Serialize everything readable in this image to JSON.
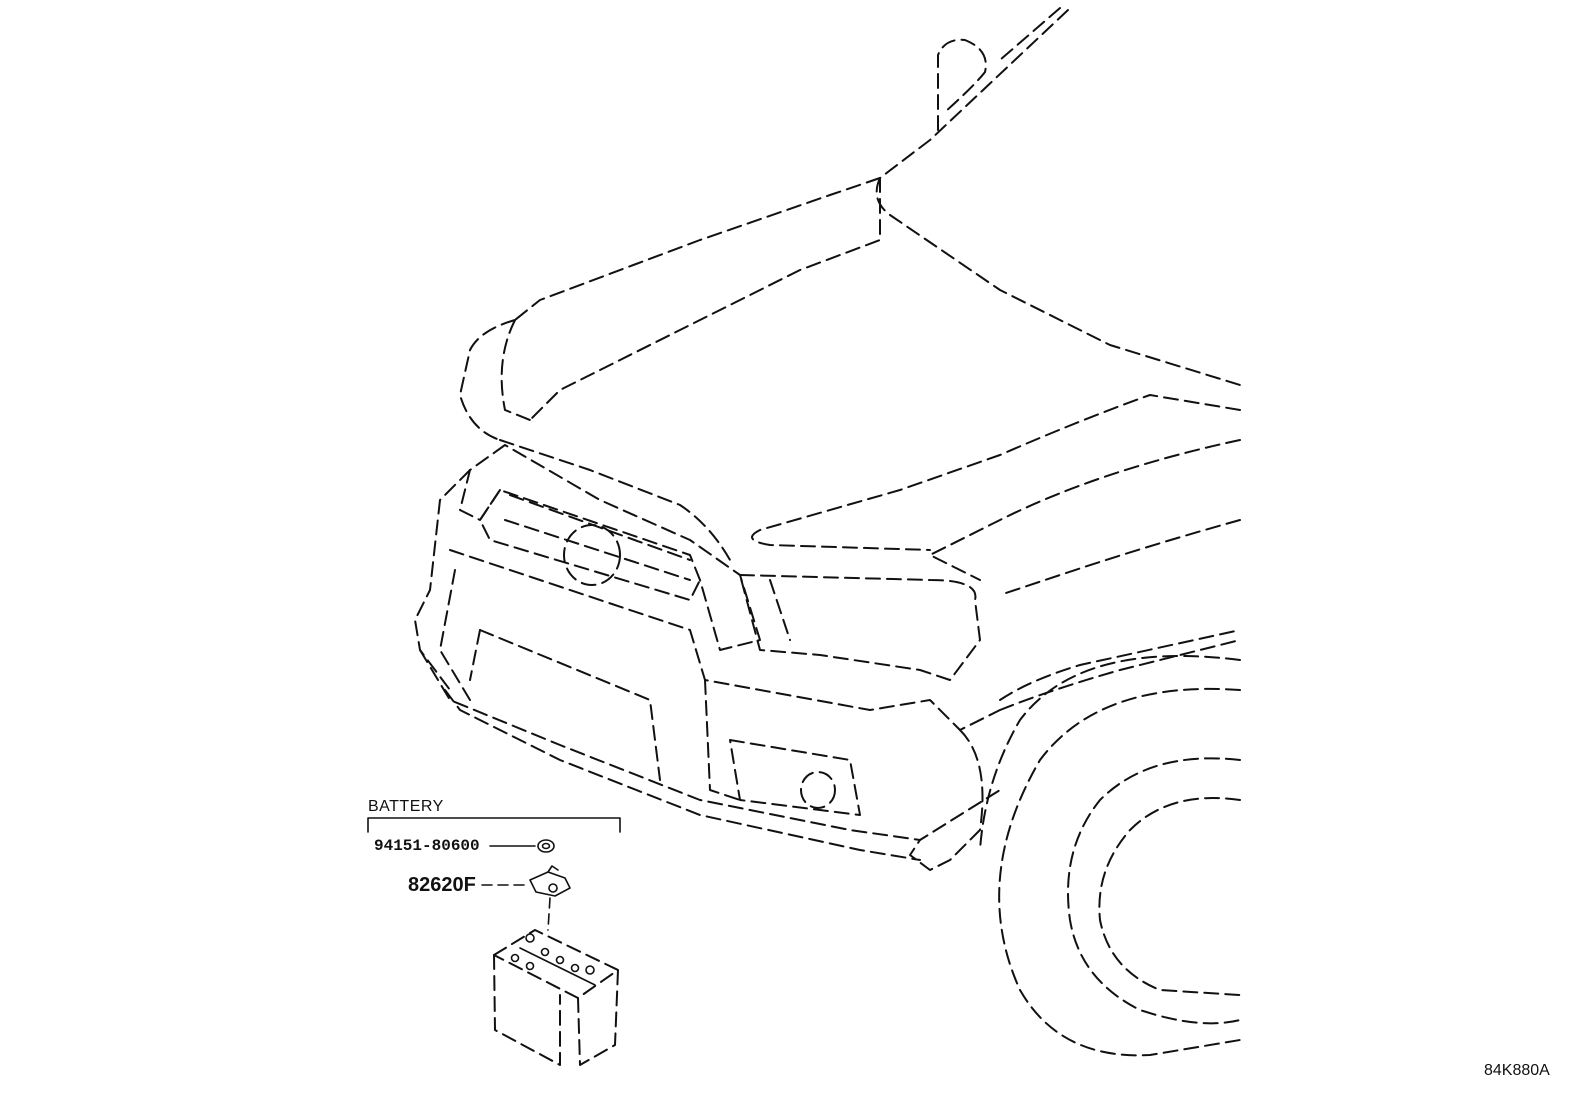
{
  "diagram": {
    "group_label": "BATTERY",
    "parts": [
      {
        "number": "94151-80600",
        "icon": "nut-icon"
      },
      {
        "number": "82620F",
        "icon": "battery-terminal-icon"
      }
    ],
    "battery_icon": "battery-icon",
    "vehicle_icon": "vehicle-front-outline-icon",
    "figure_code": "84K880A",
    "line_color": "#111111",
    "background": "#ffffff"
  }
}
